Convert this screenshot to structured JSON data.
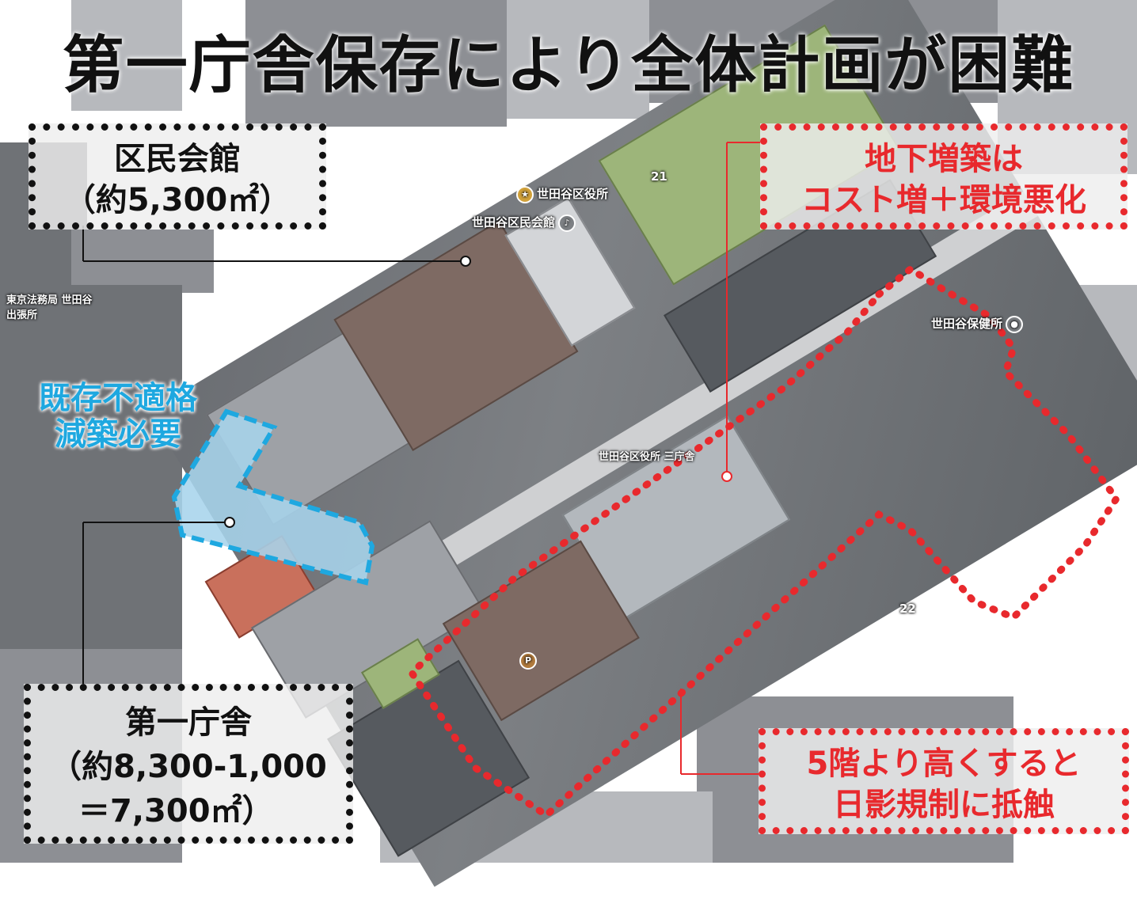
{
  "title": "第一庁舎保存により全体計画が困難",
  "callouts": {
    "kumin_kaikan": {
      "line1": "区民会館",
      "line2": "（約5,300㎡）"
    },
    "underground": {
      "line1": "地下増築は",
      "line2": "コスト増＋環境悪化"
    },
    "daiichi_chosha": {
      "line1": "第一庁舎",
      "line2": "（約8,300-1,000",
      "line3": "＝7,300㎡）"
    },
    "shadow": {
      "line1": "5階より高くすると",
      "line2": "日影規制に抵触"
    }
  },
  "existing_nonconforming": {
    "line1": "既存不適格",
    "line2": "減築必要"
  },
  "map_labels": {
    "ward_office": "世田谷区役所",
    "kumin_kaikan_label": "世田谷区民会館",
    "health_center": "世田谷保健所",
    "third_building": "世田谷区役所 三庁舎",
    "legal_affairs": "東京法務局 世田谷出張所",
    "lot_number_21": "21",
    "lot_number_22": "22"
  },
  "colors": {
    "red_accent": "#e8292d",
    "cyan_accent": "#1ea8e0",
    "black_border": "#111111"
  }
}
